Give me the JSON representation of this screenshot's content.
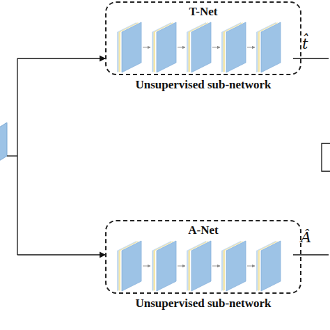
{
  "diagram": {
    "nodes": [
      {
        "text": [
          "T-Net",
          "Unsupervised sub-network"
        ]
      },
      {
        "text": [
          "A-Net",
          "Unsupervised sub-network"
        ]
      }
    ],
    "labels": [
      "t̂",
      "Â"
    ]
  }
}
